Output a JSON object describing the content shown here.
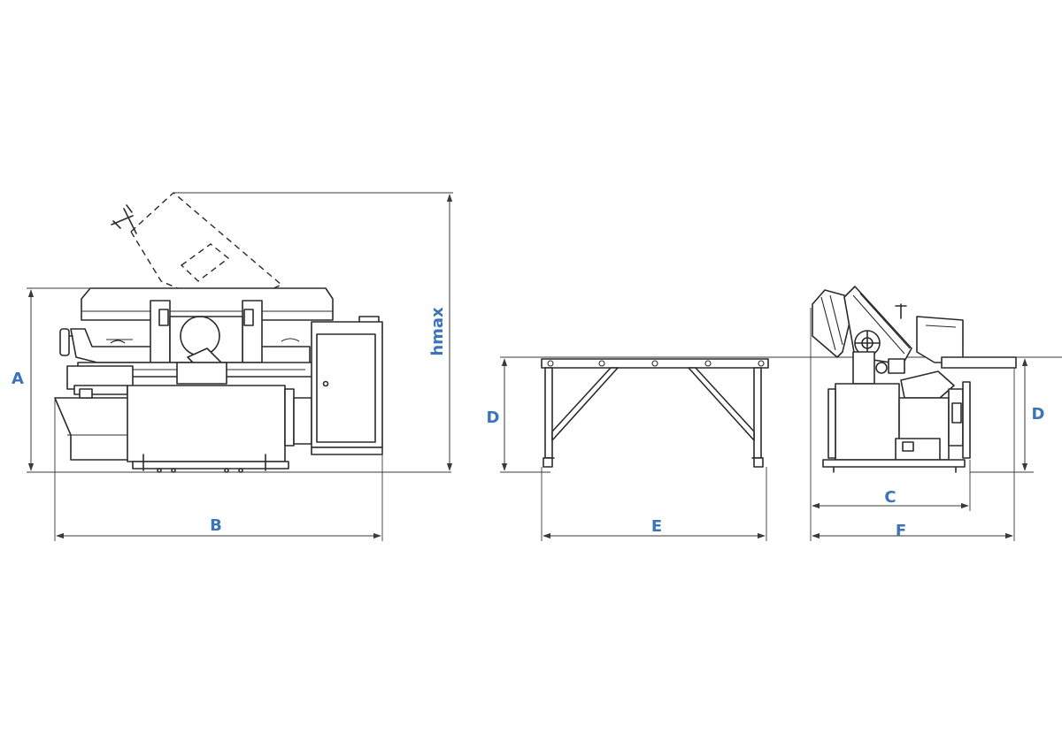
{
  "colors": {
    "label": "#3b74b8",
    "line": "#2b2b2b",
    "background": "#ffffff"
  },
  "labels": {
    "A": "A",
    "B": "B",
    "hmax": "hmax",
    "D_table": "D",
    "E": "E",
    "C": "C",
    "D_side": "D",
    "F": "F"
  }
}
